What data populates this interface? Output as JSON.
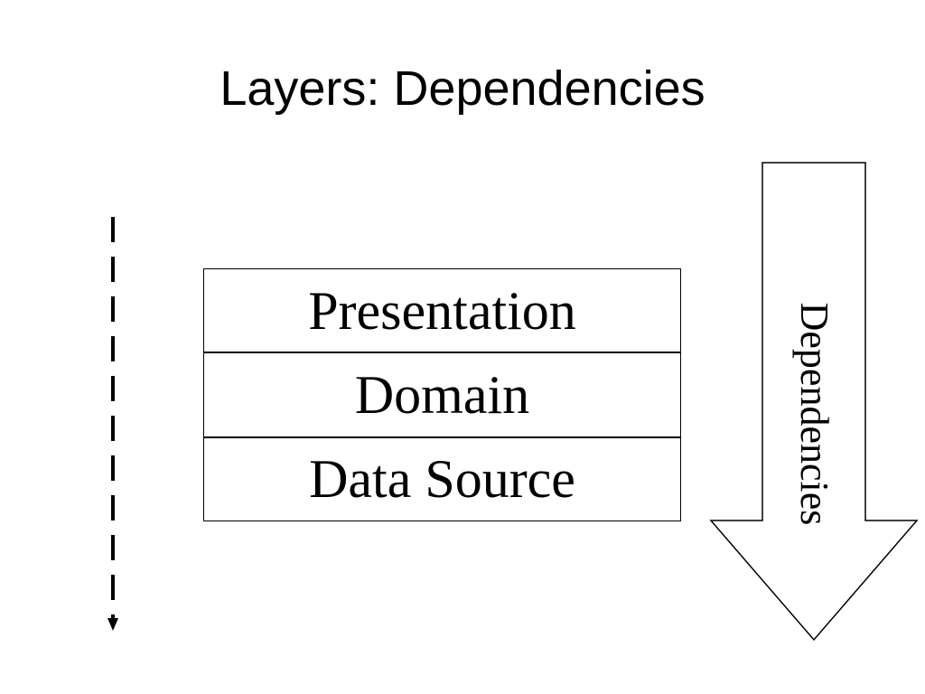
{
  "title": "Layers: Dependencies",
  "layers": [
    {
      "label": "Presentation"
    },
    {
      "label": "Domain"
    },
    {
      "label": "Data Source"
    }
  ],
  "dependency_arrow": {
    "label": "Dependencies",
    "direction": "down",
    "fill": "#ffffff",
    "stroke": "#000000"
  },
  "dashed_arrow": {
    "direction": "down",
    "stroke": "#000000"
  }
}
